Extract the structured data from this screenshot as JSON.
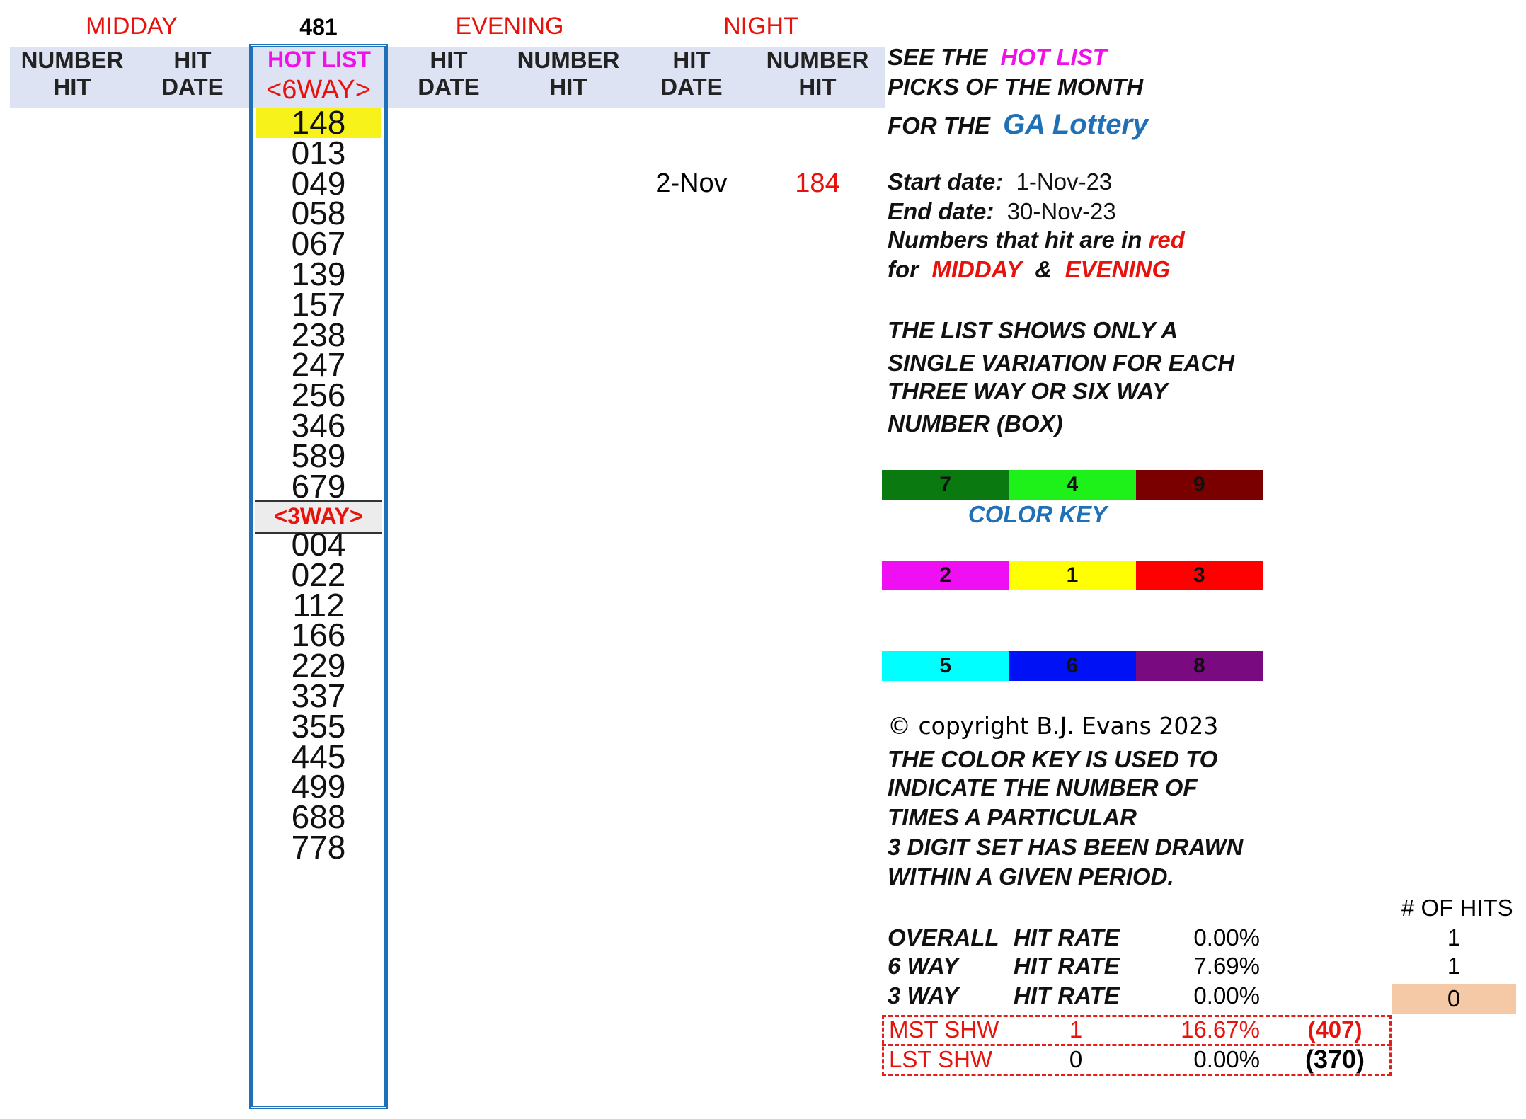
{
  "sections": {
    "midday": "MIDDAY",
    "pick": "481",
    "evening": "EVENING",
    "night": "NIGHT"
  },
  "headers": {
    "number_hit_a": "NUMBER",
    "number_hit_b": "HIT",
    "hit_date_a": "HIT",
    "hit_date_b": "DATE",
    "hot_list": "HOT LIST",
    "six_way": "<6WAY>"
  },
  "hot_six": [
    "148",
    "013",
    "049",
    "058",
    "067",
    "139",
    "157",
    "238",
    "247",
    "256",
    "346",
    "589",
    "679"
  ],
  "three_way_label": "<3WAY>",
  "hot_three": [
    "004",
    "022",
    "112",
    "166",
    "229",
    "337",
    "355",
    "445",
    "499",
    "688",
    "778"
  ],
  "night_hit": {
    "date": "2-Nov",
    "number": "184"
  },
  "info": {
    "see_the": "SEE THE",
    "hot_list": "HOT LIST",
    "picks": "PICKS OF THE MONTH",
    "for_the": "FOR THE",
    "lottery": "GA Lottery",
    "start_label": "Start date:",
    "start_value": "1-Nov-23",
    "end_label": "End date:",
    "end_value": "30-Nov-23",
    "hit_in": "Numbers that hit are in",
    "red": "red",
    "for": "for",
    "midday": "MIDDAY",
    "amp": "&",
    "evening": "EVENING",
    "list_1": "THE LIST SHOWS ONLY A",
    "list_2": "SINGLE VARIATION FOR EACH",
    "list_3": "THREE WAY OR SIX WAY",
    "list_4": "NUMBER (BOX)"
  },
  "color_key": {
    "title": "COLOR KEY",
    "rows": [
      [
        {
          "label": "7",
          "color": "#0a7a10"
        },
        {
          "label": "4",
          "color": "#1ef01a"
        },
        {
          "label": "9",
          "color": "#7a0000"
        }
      ],
      [
        {
          "label": "2",
          "color": "#f00ef2"
        },
        {
          "label": "1",
          "color": "#ffff00"
        },
        {
          "label": "3",
          "color": "#ff0000"
        }
      ],
      [
        {
          "label": "5",
          "color": "#00ffff"
        },
        {
          "label": "6",
          "color": "#0012f5"
        },
        {
          "label": "8",
          "color": "#7a0a80"
        }
      ]
    ]
  },
  "notes": {
    "copyright": "© copyright B.J. Evans 2023",
    "l1": "THE COLOR KEY IS USED TO",
    "l2": "INDICATE THE NUMBER OF",
    "l3": "TIMES A PARTICULAR",
    "l4": "3 DIGIT SET HAS BEEN DRAWN",
    "l5": "WITHIN A GIVEN PERIOD."
  },
  "stats": {
    "hits_header": "# OF HITS",
    "rows": [
      {
        "label": "OVERALL",
        "rate_label": "HIT RATE",
        "rate": "0.00%",
        "hits": "1"
      },
      {
        "label": "6 WAY",
        "rate_label": "HIT RATE",
        "rate": "7.69%",
        "hits": "1"
      },
      {
        "label": "3 WAY",
        "rate_label": "HIT RATE",
        "rate": "0.00%",
        "hits": "0"
      }
    ],
    "mst": {
      "label": "MST SHW",
      "count": "1",
      "pct": "16.67%",
      "num": "(407)"
    },
    "lst": {
      "label": "LST SHW",
      "count": "0",
      "pct": "0.00%",
      "num": "(370)"
    }
  }
}
